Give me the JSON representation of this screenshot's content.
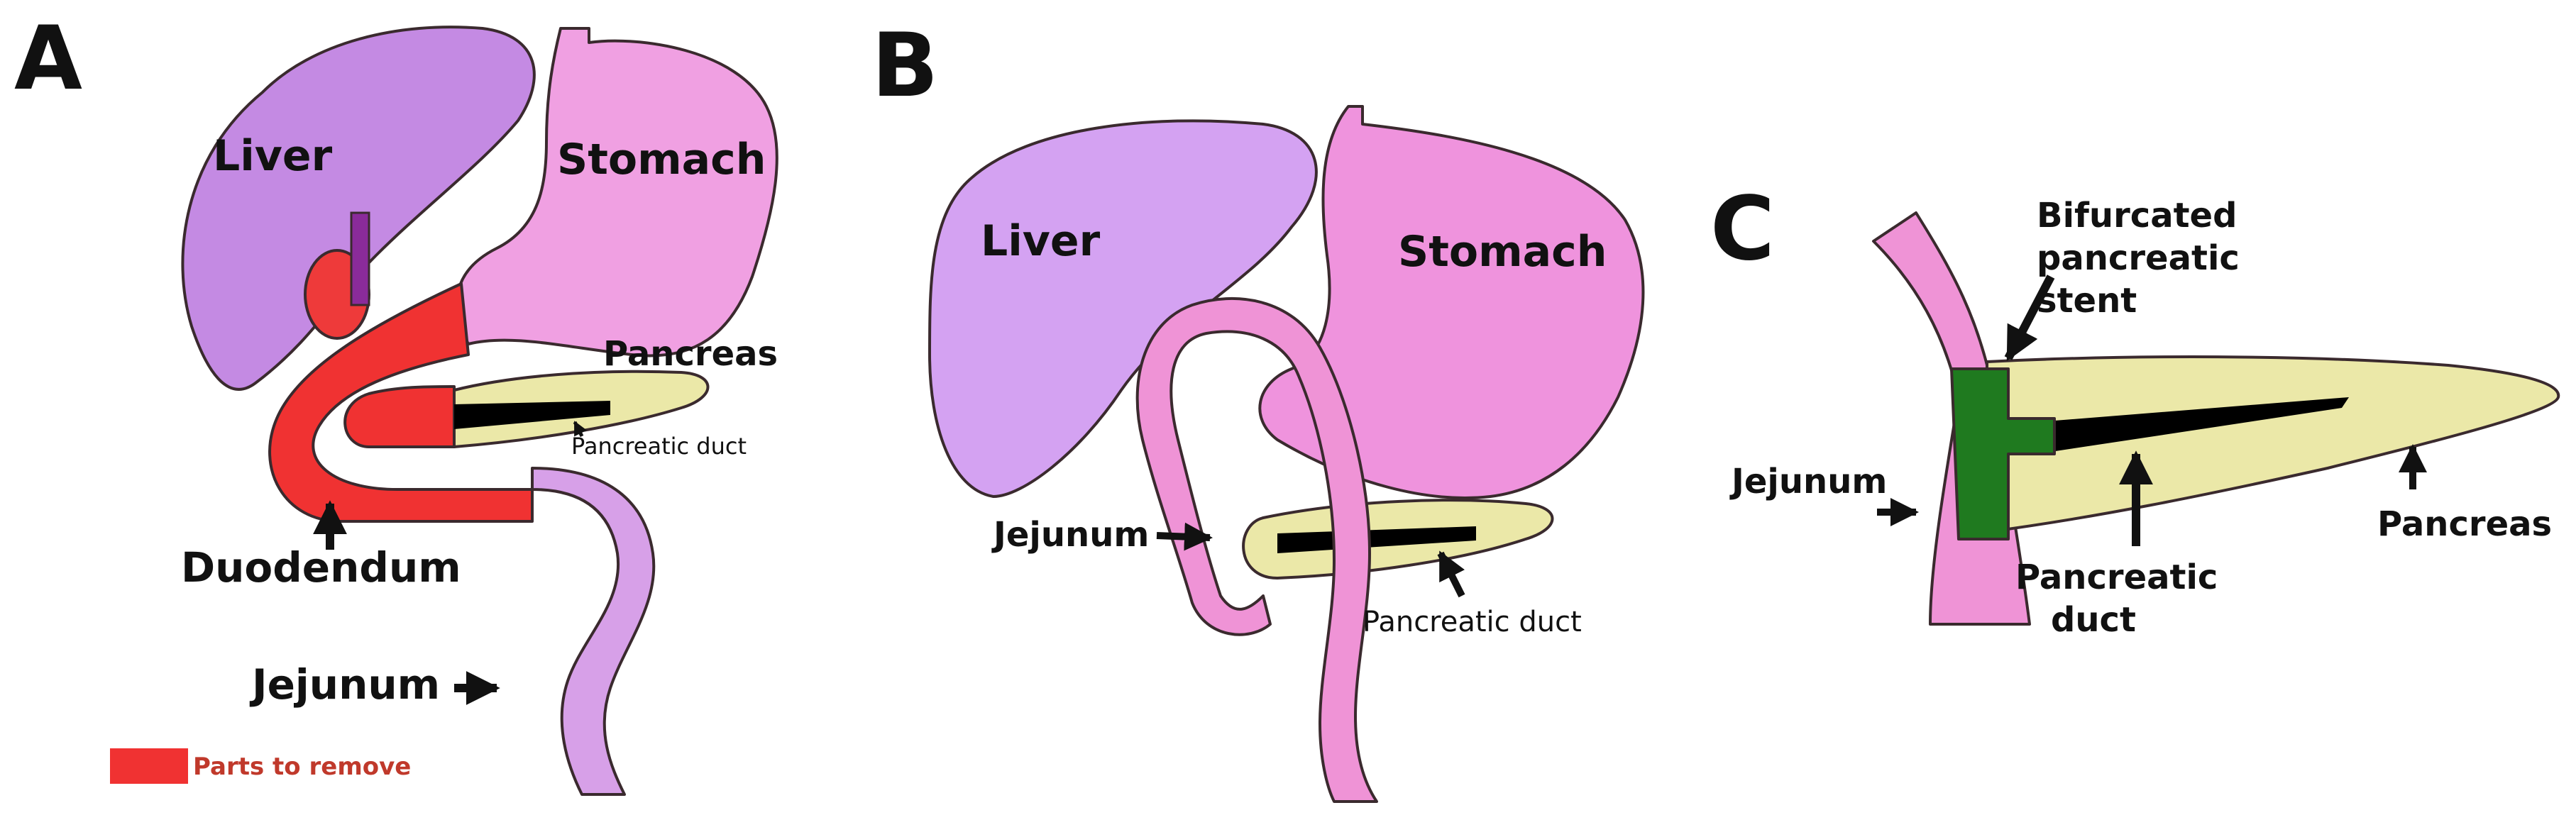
{
  "panels": {
    "a": {
      "letter": "A",
      "liver": "Liver",
      "stomach": "Stomach",
      "pancreas": "Pancreas",
      "pancreatic_duct": "Pancreatic duct",
      "duodenum": "Duodendum",
      "jejunum": "Jejunum",
      "legend_label": "Parts to remove"
    },
    "b": {
      "letter": "B",
      "liver": "Liver",
      "stomach": "Stomach",
      "jejunum": "Jejunum",
      "pancreatic_duct": "Pancreatic duct"
    },
    "c": {
      "letter": "C",
      "stent_line1": "Bifurcated",
      "stent_line2": "pancreatic",
      "stent_line3": "stent",
      "jejunum": "Jejunum",
      "duct_line1": "Pancreatic",
      "duct_line2": "duct",
      "pancreas": "Pancreas"
    }
  },
  "colors": {
    "liver_a": "#c48ae3",
    "liver_b": "#d4a2f2",
    "stomach": "#f0a0e2",
    "stomach_b": "#ef93dd",
    "pancreas": "#ebe8a8",
    "duct": "#000000",
    "remove_red": "#f03232",
    "jejunum_a": "#d7a0e8",
    "jejunum_b": "#ef93d6",
    "stent_green": "#1f7a1f",
    "legend_text": "#c0392b"
  }
}
